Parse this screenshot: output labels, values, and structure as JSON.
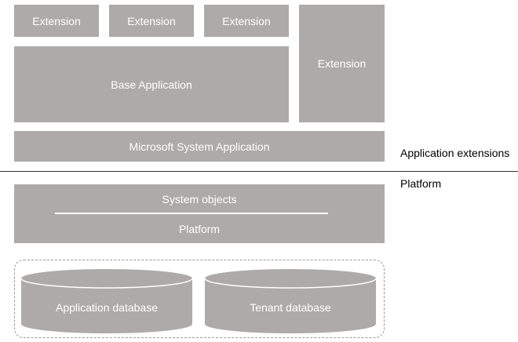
{
  "diagram": {
    "top_extensions": [
      "Extension",
      "Extension",
      "Extension"
    ],
    "right_extension": "Extension",
    "base_application": "Base Application",
    "system_application": "Microsoft System Application",
    "platform_box": {
      "system_objects": "System objects",
      "platform": "Platform"
    },
    "databases": [
      "Application database",
      "Tenant database"
    ],
    "side_labels": {
      "application_extensions": "Application extensions",
      "platform": "Platform"
    },
    "colors": {
      "box_fill": "#aeaaa9",
      "box_text": "#ffffff",
      "divider": "#333333",
      "group_border": "#9a9a9a"
    }
  }
}
